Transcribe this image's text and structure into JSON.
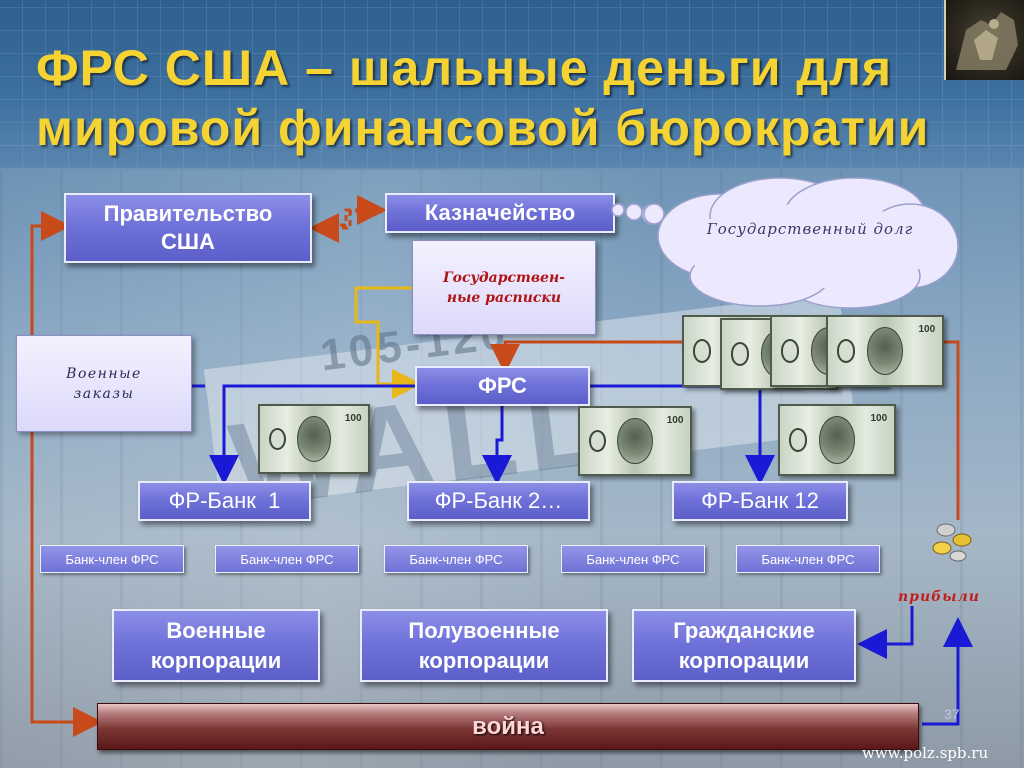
{
  "title": "ФРС США – шальные деньги для мировой финансовой бюрократии",
  "nodes": {
    "government": "Правительство США",
    "treasury": "Казначейство",
    "debt": "Государственный долг",
    "promissory_notes": "Государствен-ные расписки",
    "military_orders": "Военные заказы",
    "fed": "ФРС",
    "fed_bank_1": "ФР-Банк  1",
    "fed_bank_2": "ФР-Банк 2…",
    "fed_bank_12": "ФР-Банк 12",
    "member_banks": [
      "Банк-член ФРС",
      "Банк-член ФРС",
      "Банк-член ФРС",
      "Банк-член ФРС",
      "Банк-член ФРС"
    ],
    "military_corporations": "Военные корпорации",
    "semi_military_corporations": "Полувоенные корпорации",
    "civil_corporations": "Гражданские корпорации",
    "war": "война",
    "profits": "прибыли"
  },
  "footer": {
    "page_number": "37",
    "url": "www.polz.spb.ru"
  },
  "colors": {
    "title": "#f4d332",
    "box": "#6d70d8",
    "arrow_blue": "#1a1ad6",
    "arrow_orange": "#c84a1a",
    "arrow_yellow": "#e8b818",
    "war": "#6b2323"
  }
}
